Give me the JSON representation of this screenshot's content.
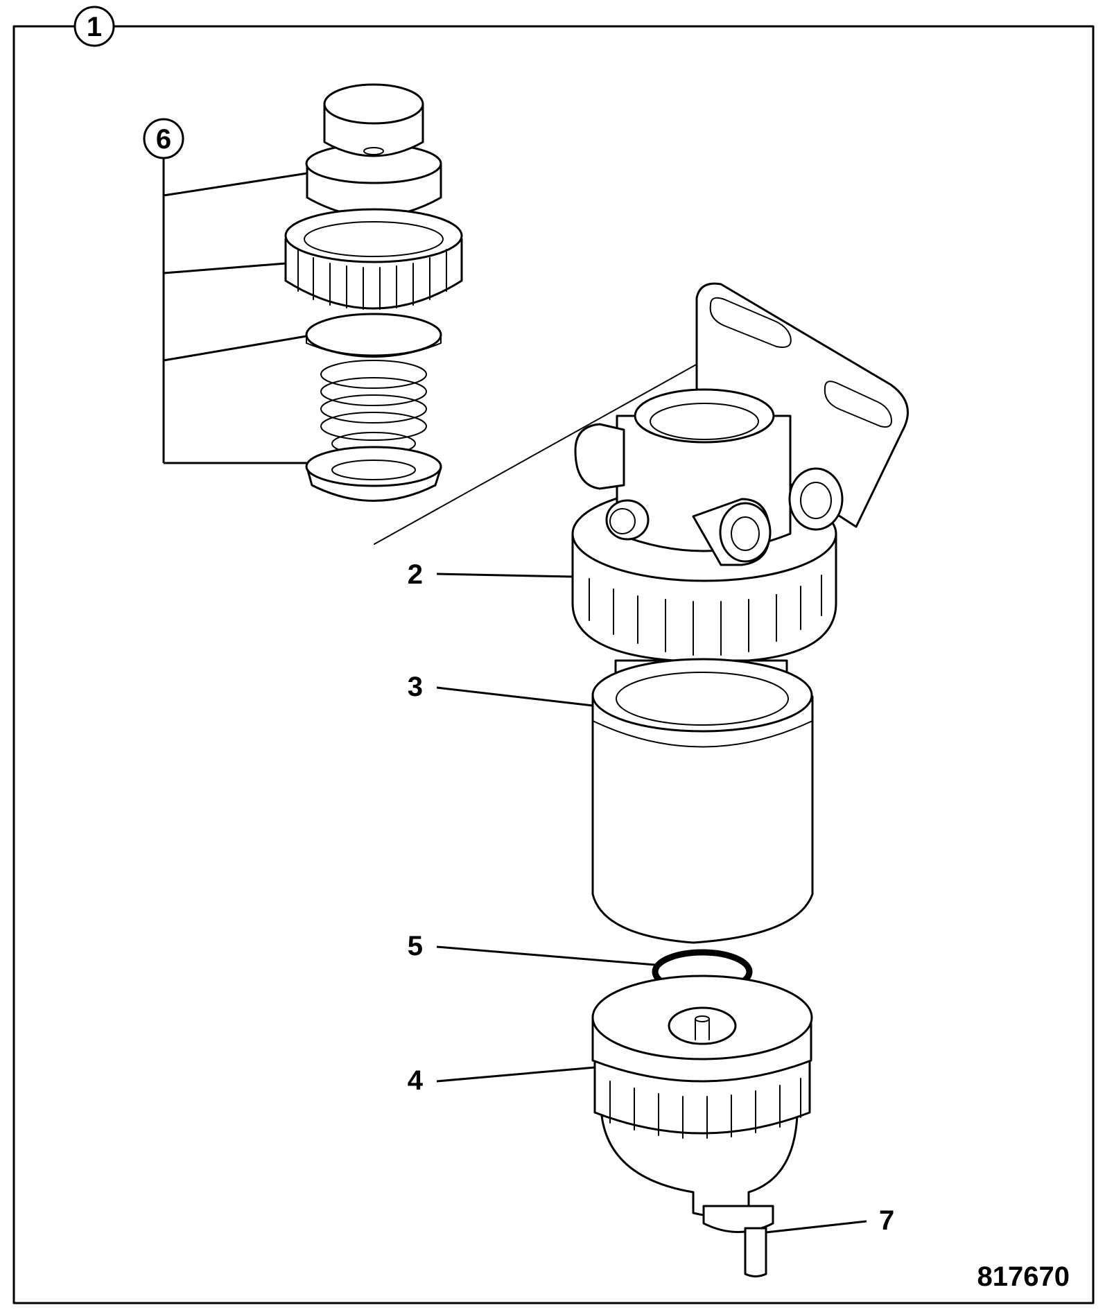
{
  "callouts": {
    "c1": "1",
    "c2": "2",
    "c3": "3",
    "c4": "4",
    "c5": "5",
    "c6": "6",
    "c7": "7"
  },
  "reference_number": "817670"
}
